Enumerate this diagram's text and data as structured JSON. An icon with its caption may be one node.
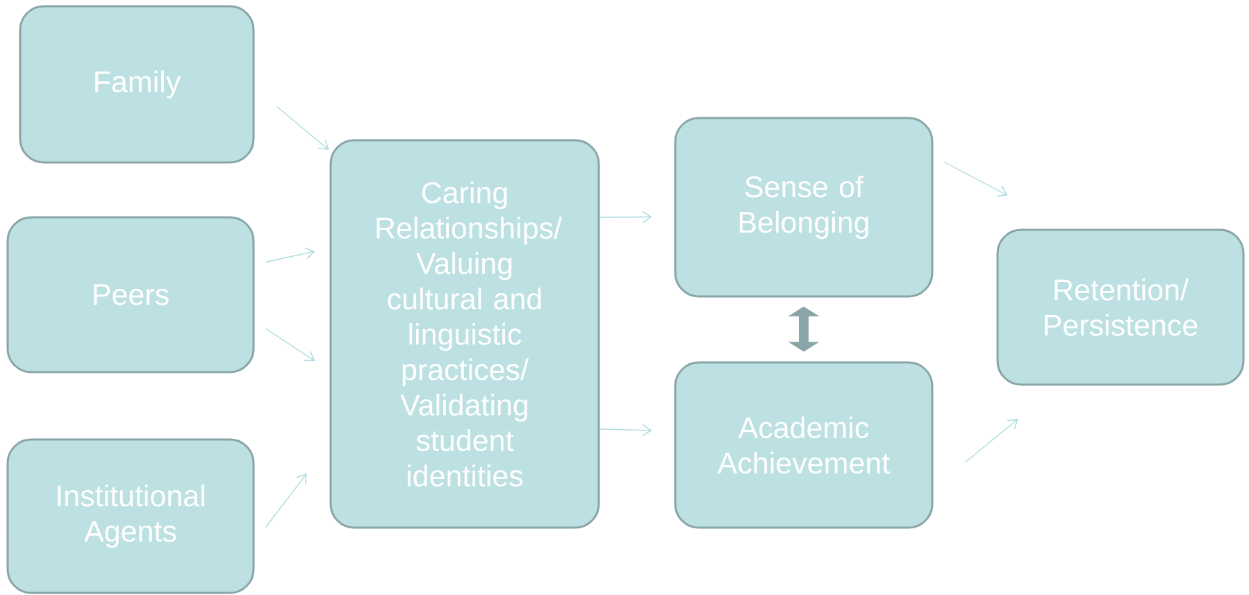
{
  "diagram": {
    "nodes": [
      {
        "text": [
          "Family"
        ]
      },
      {
        "text": [
          "Peers"
        ]
      },
      {
        "text": [
          "Institutional Agents"
        ]
      },
      {
        "text": [
          "Caring Relationships/ Valuing cultural and linguistic practices/ Validating student identities"
        ]
      },
      {
        "text": [
          "Sense of Belonging"
        ]
      },
      {
        "text": [
          "Academic Achievement"
        ]
      },
      {
        "text": [
          "Retention/ Persistence"
        ]
      }
    ],
    "edges": [
      {
        "from": 0,
        "to": 3,
        "arrow": "to"
      },
      {
        "from": 1,
        "to": 3,
        "arrow": "to"
      },
      {
        "from": 1,
        "to": 3,
        "arrow": "to"
      },
      {
        "from": 2,
        "to": 3,
        "arrow": "to"
      },
      {
        "from": 3,
        "to": 4,
        "arrow": "to"
      },
      {
        "from": 3,
        "to": 5,
        "arrow": "to"
      },
      {
        "from": 4,
        "to": 6,
        "arrow": "to"
      },
      {
        "from": 5,
        "to": 6,
        "arrow": "to"
      },
      {
        "from": 4,
        "to": 5,
        "arrow": "both",
        "style": "thick",
        "color": "#8aa5a8"
      }
    ]
  }
}
